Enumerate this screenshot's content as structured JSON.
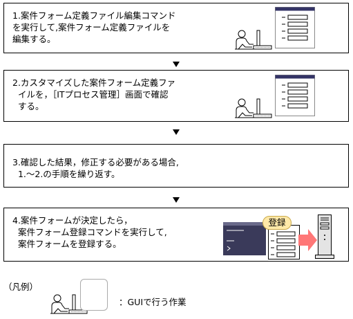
{
  "steps": [
    {
      "text": "1.案件フォーム定義ファイル編集コマンド\nを実行して,案件フォーム定義ファイルを\n編集する。"
    },
    {
      "text": "2.カスタマイズした案件フォーム定義ファ\n  イルを，［ITプロセス管理］画面で確認\n  する。"
    },
    {
      "text": "3.確認した結果，修正する必要がある場合,\n  1.～2.の手順を繰り返す。"
    },
    {
      "text": "4.案件フォームが決定したら，\n  案件フォーム登録コマンドを実行して,\n  案件フォームを登録する。"
    }
  ],
  "badge": {
    "label": "登録"
  },
  "legend": {
    "title": "（凡例）",
    "gui_label": "：GUIで行う作業"
  },
  "colors": {
    "form_header": "#333366",
    "badge_fill": "#ffe9a8",
    "arrow_fill": "#ff7777",
    "terminal_fill": "#3a3a5a"
  }
}
